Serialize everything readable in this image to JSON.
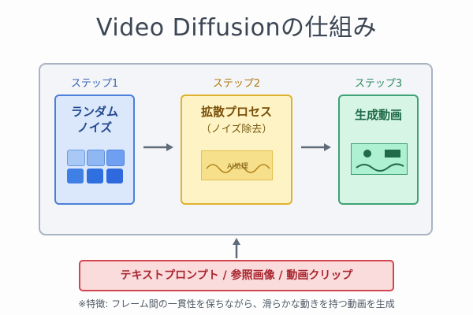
{
  "title": "Video Diffusionの仕組み",
  "steps": [
    {
      "label": "ステップ1",
      "title": "ランダム\nノイズ",
      "label_color": "#3a63b5"
    },
    {
      "label": "ステップ2",
      "title": "拡散プロセス",
      "subtitle": "（ノイズ除去）",
      "inner_text": "AI処理",
      "label_color": "#b3760f"
    },
    {
      "label": "ステップ3",
      "title": "生成動画",
      "label_color": "#2b8a5e"
    }
  ],
  "input_box": "テキストプロンプト / 参照画像 / 動画クリップ",
  "footnote": "※特徴: フレーム間の一貫性を保ちながら、滑らかな動きを持つ動画を生成",
  "colors": {
    "blue_border": "#4c7fd9",
    "blue_fill": "#dbe8fb",
    "yellow_border": "#e0b22e",
    "yellow_fill": "#fdf3c4",
    "green_border": "#3ea276",
    "green_fill": "#d6f5e5",
    "red_border": "#d2474f",
    "arrow": "#5f6b7a"
  }
}
